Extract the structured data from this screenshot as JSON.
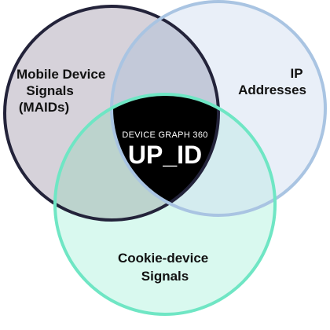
{
  "sets": [
    {
      "id": "mobile",
      "label_lines": [
        "Mobile Device",
        "Signals",
        "(MAIDs)"
      ],
      "fill": "#d6d2da",
      "stroke": "#23233a"
    },
    {
      "id": "ip",
      "label_lines": [
        "IP",
        "Addresses"
      ],
      "fill": "#e9eff8",
      "stroke": "#a9c4e2"
    },
    {
      "id": "cookie",
      "label_lines": [
        "Cookie-device",
        "Signals"
      ],
      "fill": "#d9f9ef",
      "stroke": "#6fe6c4"
    }
  ],
  "overlaps": {
    "mobile_ip": "#c3c9d9",
    "mobile_cookie": "#bcd3cd",
    "ip_cookie": "#d4ecef"
  },
  "center": {
    "caption": "DEVICE GRAPH 360",
    "title": "UP_ID",
    "fill": "#000000"
  }
}
